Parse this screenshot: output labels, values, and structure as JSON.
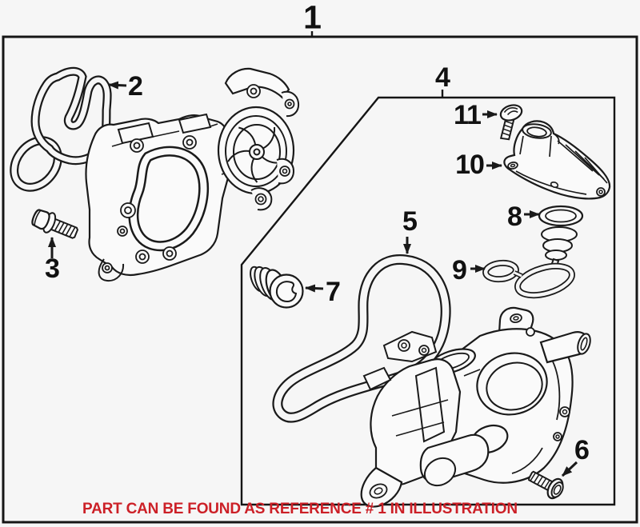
{
  "colors": {
    "background": "#f6f6f6",
    "line": "#1a1a1a",
    "caption_red": "#cc2027"
  },
  "diagram": {
    "caption": "PART CAN BE FOUND AS REFERENCE # 1 IN ILLUSTRATION",
    "callouts": [
      {
        "label": "1"
      },
      {
        "label": "2"
      },
      {
        "label": "3"
      },
      {
        "label": "4"
      },
      {
        "label": "5"
      },
      {
        "label": "6"
      },
      {
        "label": "7"
      },
      {
        "label": "8"
      },
      {
        "label": "9"
      },
      {
        "label": "10"
      },
      {
        "label": "11"
      }
    ]
  }
}
